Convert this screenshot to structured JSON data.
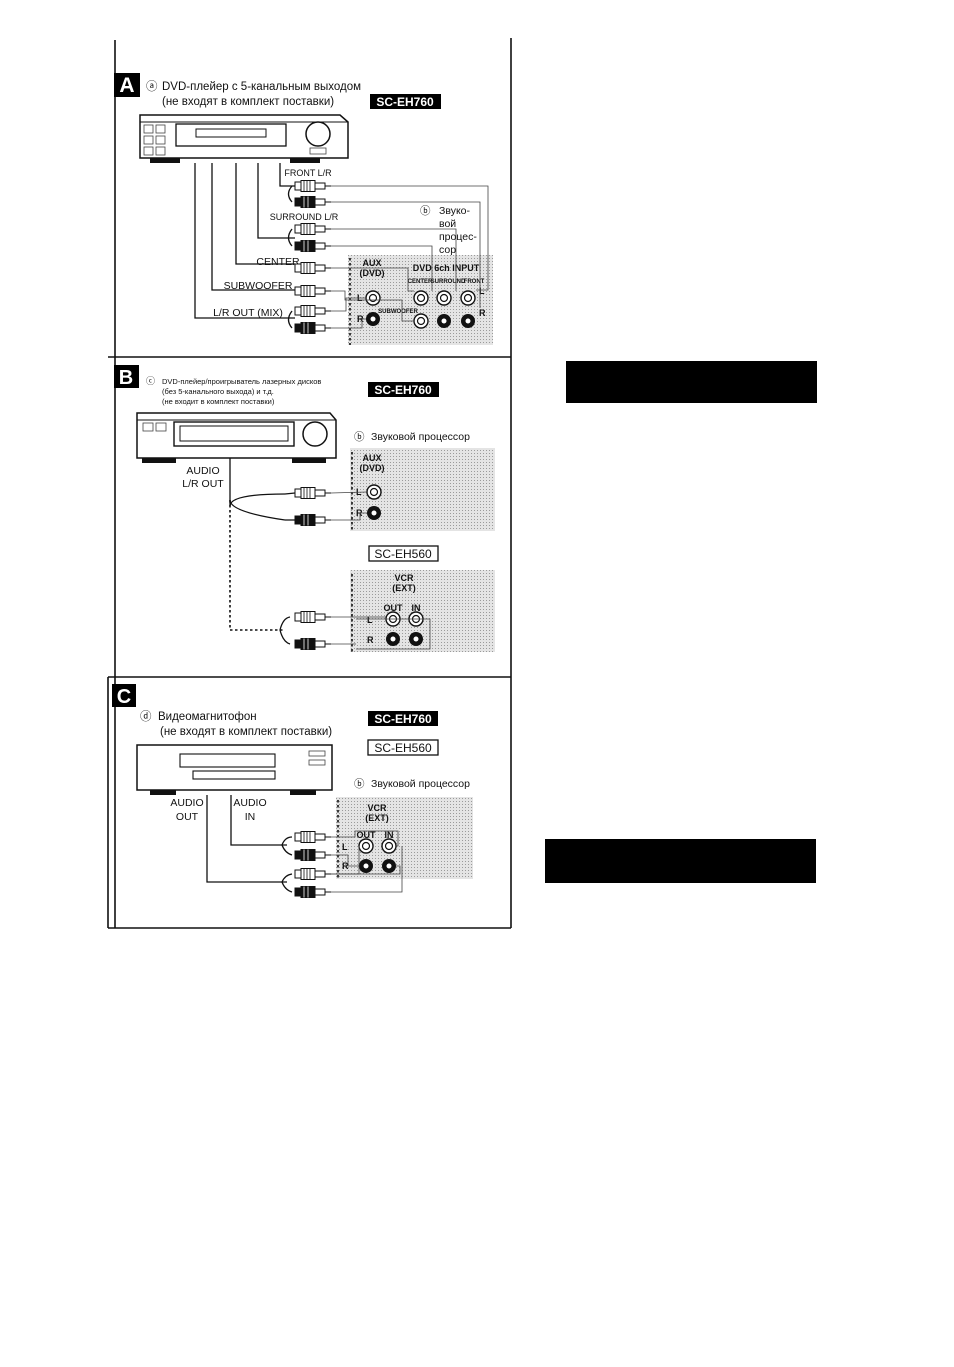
{
  "sections": {
    "a": {
      "letter": "A",
      "device_marker": "ⓐ",
      "device_line1": "DVD-плейер с 5-канальным выходом",
      "device_line2": "(не входят в комплект поставки)",
      "model": "SC-EH760",
      "processor_marker": "ⓑ",
      "processor_label": [
        "Звуко-",
        "вой",
        "процес-",
        "сор"
      ],
      "outputs": [
        "FRONT L/R",
        "SURROUND L/R",
        "CENTER",
        "SUBWOOFER",
        "L/R OUT (MIX)"
      ],
      "panel_aux": [
        "AUX",
        "(DVD)"
      ],
      "panel_6ch": "DVD 6ch INPUT",
      "panel_sub_labels": [
        "CENTER",
        "SURROUND",
        "FRONT"
      ],
      "panel_bottom_label": "SUBWOOFER",
      "channel_left": "L",
      "channel_right": "R"
    },
    "b": {
      "letter": "B",
      "device_marker": "ⓒ",
      "device_line1": "DVD-плейер/проигрыватель лазерных дисков",
      "device_line2": "(без 5-канального выхода) и т.д.",
      "device_line3": "(не входит в комплект поставки)",
      "model": "SC-EH760",
      "processor_marker": "ⓑ",
      "processor_label": "Звуковой процессор",
      "device_output": [
        "AUDIO",
        "L/R OUT"
      ],
      "panel_aux": [
        "AUX",
        "(DVD)"
      ],
      "model_alt": "SC-EH560",
      "panel_vcr": [
        "VCR",
        "(EXT)"
      ],
      "vcr_out": "OUT",
      "vcr_in": "IN",
      "channel_left": "L",
      "channel_right": "R"
    },
    "c": {
      "letter": "C",
      "device_marker": "ⓓ",
      "device_line1": "Видеомагнитофон",
      "device_line2": "(не входят в комплект поставки)",
      "model": "SC-EH760",
      "model_alt": "SC-EH560",
      "processor_marker": "ⓑ",
      "processor_label": "Звуковой процессор",
      "audio_out": [
        "AUDIO",
        "OUT"
      ],
      "audio_in": [
        "AUDIO",
        "IN"
      ],
      "panel_vcr": [
        "VCR",
        "(EXT)"
      ],
      "vcr_out": "OUT",
      "vcr_in": "IN",
      "channel_left": "L",
      "channel_right": "R"
    }
  },
  "colors": {
    "ink": "#111111",
    "panel": "#d9d9d9",
    "bar": "#000000"
  }
}
